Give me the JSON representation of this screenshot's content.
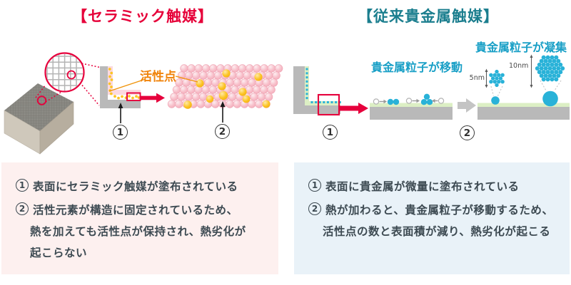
{
  "header": {
    "left_title": "【セラミック触媒】",
    "right_title": "【従来貴金属触媒】"
  },
  "left_diagram": {
    "active_site_label": "活性点",
    "step1": "1",
    "step2": "2"
  },
  "right_diagram": {
    "move_label": "貴金属粒子が移動",
    "aggregate_label": "貴金属粒子が凝集",
    "size_small": "5nm",
    "size_large": "10nm",
    "step1": "1",
    "step2": "2"
  },
  "left_box": {
    "items": [
      {
        "num": "1",
        "lines": [
          "表面にセラミック触媒が塗布されている"
        ]
      },
      {
        "num": "2",
        "lines": [
          "活性元素が構造に固定されているため、",
          "熱を加えても活性点が保持され、熱劣化が",
          "起こらない"
        ]
      }
    ]
  },
  "right_box": {
    "items": [
      {
        "num": "1",
        "lines": [
          "表面に貴金属が微量に塗布されている"
        ]
      },
      {
        "num": "2",
        "lines": [
          "熱が加わると、貴金属粒子が移動するため、",
          "活性点の数と表面積が減り、熱劣化が起こる"
        ]
      }
    ]
  },
  "colors": {
    "accent_red": "#e60039",
    "header_teal": "#1b7e8e",
    "label_teal": "#189fc6",
    "accent_orange": "#f0830a",
    "sphere_pink": "#f8c2cc",
    "sphere_pink_edge": "#efa5b4",
    "active_yellow": "#fcc424",
    "particle_teal": "#29b2d8",
    "structure_gray": "#b9b9b9",
    "coat_green": "#dcefc4",
    "coat_pink": "#fbd9e0",
    "box_pink_bg": "#fdf0ef",
    "box_blue_bg": "#e9f2f8",
    "note_text": "#3d4a52"
  }
}
